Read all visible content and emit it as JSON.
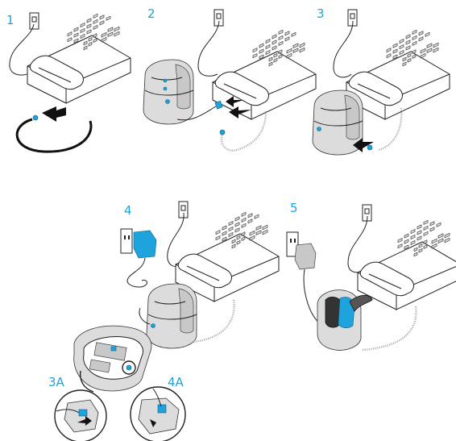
{
  "steps": [
    {
      "label": "1"
    },
    {
      "label": "2"
    },
    {
      "label": "3"
    },
    {
      "label": "4"
    },
    {
      "label": "5"
    }
  ],
  "details": [
    {
      "label": "3A"
    },
    {
      "label": "4A"
    }
  ],
  "colors": {
    "accent": "#1ea3dd",
    "line": "#222222",
    "body_grey": "#dcdcdc"
  },
  "icons": [
    "wall-jack-icon",
    "desk-phone-icon",
    "base-unit-icon",
    "power-adapter-icon",
    "coiled-cord-icon",
    "arrow-icon"
  ]
}
